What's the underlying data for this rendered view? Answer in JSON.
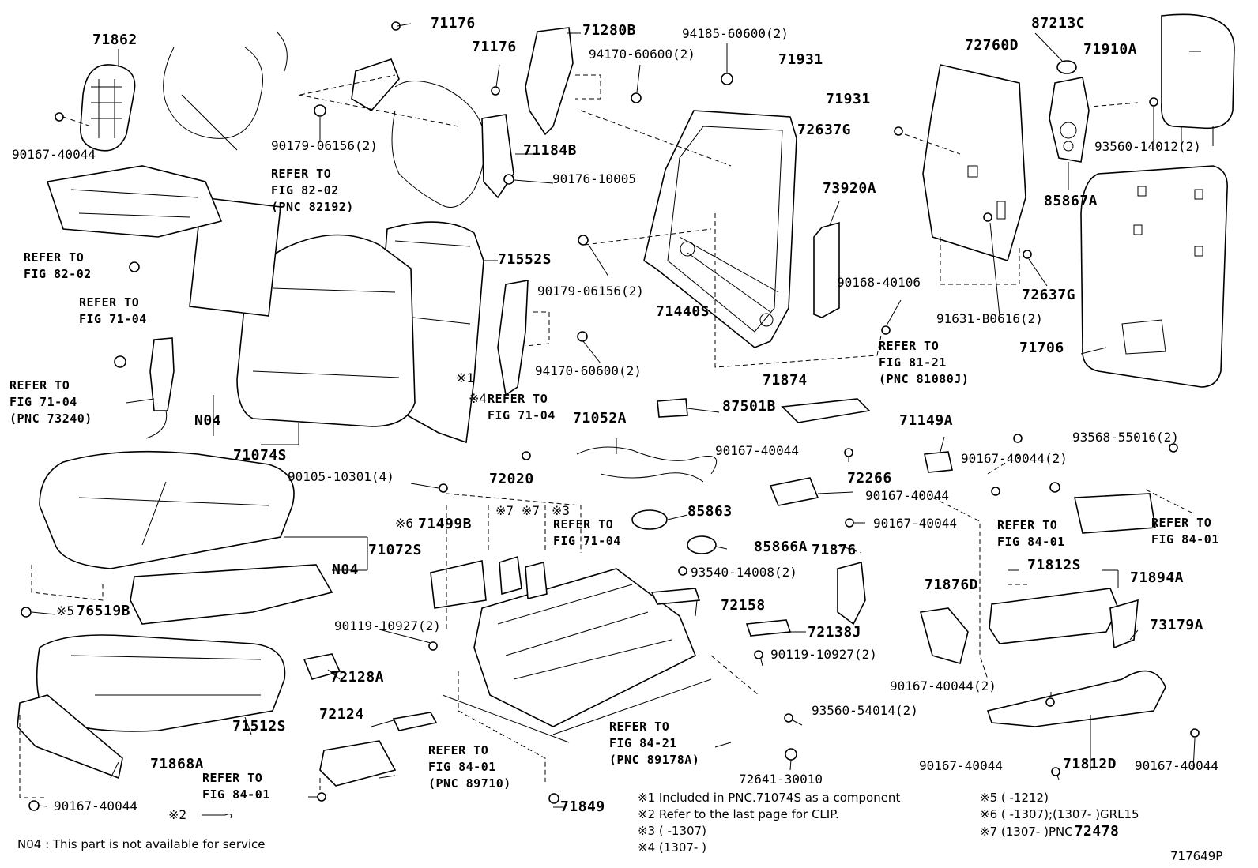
{
  "diagram_id": "717649P",
  "availability_note": "N04 : This part is not available for service",
  "parts": {
    "p71862": "71862",
    "p90167_40044_a": "90167-40044",
    "p71176_a": "71176",
    "p71176_b": "71176",
    "p71280B": "71280B",
    "p94185": "94185-60600(2)",
    "p94170_a": "94170-60600(2)",
    "p71931_a": "71931",
    "p71931_b": "71931",
    "p72760D": "72760D",
    "p87213C": "87213C",
    "p71910A": "71910A",
    "p90179_a": "90179-06156(2)",
    "p71184B": "71184B",
    "p90176": "90176-10005",
    "p72637G_a": "72637G",
    "p93560_14012": "93560-14012(2)",
    "p85867A": "85867A",
    "p73920A": "73920A",
    "p71552S": "71552S",
    "p90179_b": "90179-06156(2)",
    "p71440S": "71440S",
    "p90168": "90168-40106",
    "p91631": "91631-B0616(2)",
    "p72637G_b": "72637G",
    "p71706": "71706",
    "p94170_b": "94170-60600(2)",
    "p71874": "71874",
    "pN04_a": "N04",
    "p71074S": "71074S",
    "p87501B": "87501B",
    "p71052A": "71052A",
    "p90167_40044_b": "90167-40044",
    "p71149A": "71149A",
    "p90167_40044_2a": "90167-40044(2)",
    "p93568": "93568-55016(2)",
    "p90105": "90105-10301(4)",
    "p72020": "72020",
    "p72266": "72266",
    "p90167_40044_c": "90167-40044",
    "p71499B": "71499B",
    "p85863": "85863",
    "p90167_40044_d": "90167-40044",
    "p71072S": "71072S",
    "pN04_b": "N04",
    "p85866A": "85866A",
    "p71876": "71876",
    "p93540": "93540-14008(2)",
    "p71812S": "71812S",
    "p71894A": "71894A",
    "p76519B": "76519B",
    "p71876D": "71876D",
    "p90119_a": "90119-10927(2)",
    "p72158": "72158",
    "p72138J": "72138J",
    "p73179A": "73179A",
    "p90119_b": "90119-10927(2)",
    "p72128A": "72128A",
    "p90167_40044_2b": "90167-40044(2)",
    "p71512S": "71512S",
    "p72124": "72124",
    "p93560_54014": "93560-54014(2)",
    "p71868A": "71868A",
    "p72641": "72641-30010",
    "p90167_40044_e": "90167-40044",
    "p71849": "71849",
    "p90167_40044_f": "90167-40044",
    "p71812D": "71812D",
    "p90167_40044_g": "90167-40044"
  },
  "marks": {
    "m1": "※1",
    "m4": "※4",
    "m5": "※5",
    "m6": "※6",
    "m7a": "※7",
    "m7b": "※7",
    "m3": "※3",
    "m2": "※2"
  },
  "references": {
    "r_fig82_02_pnc": "REFER TO\nFIG 82-02\n(PNC 82192)",
    "r_fig82_02": "REFER TO\nFIG 82-02",
    "r_fig71_04_a": "REFER TO\nFIG 71-04",
    "r_fig71_04_pnc": "REFER TO\nFIG 71-04\n(PNC 73240)",
    "r_fig71_04_b": "REFER TO\nFIG 71-04",
    "r_fig71_04_c": "REFER TO\nFIG 71-04",
    "r_fig81_21": "REFER TO\nFIG 81-21\n(PNC 81080J)",
    "r_fig84_01_a": "REFER TO\nFIG 84-01",
    "r_fig84_01_b": "REFER TO\nFIG 84-01",
    "r_fig84_01_c": "REFER TO\nFIG 84-01",
    "r_fig84_01_pnc": "REFER TO\nFIG 84-01\n(PNC 89710)",
    "r_fig84_21_pnc": "REFER TO\nFIG 84-21\n(PNC 89178A)"
  },
  "footnotes": {
    "f1": "※1 Included in PNC.71074S as a component",
    "f2": "※2 Refer to the last page for CLIP.",
    "f3": "※3 (      -1307)",
    "f4": "※4 (1307-      )",
    "f5": "※5 (      -1212)",
    "f6": "※6 (      -1307);(1307-      )GRL15",
    "f7_prefix": "※7 (1307-      )PNC",
    "f7_pnc": "72478"
  }
}
